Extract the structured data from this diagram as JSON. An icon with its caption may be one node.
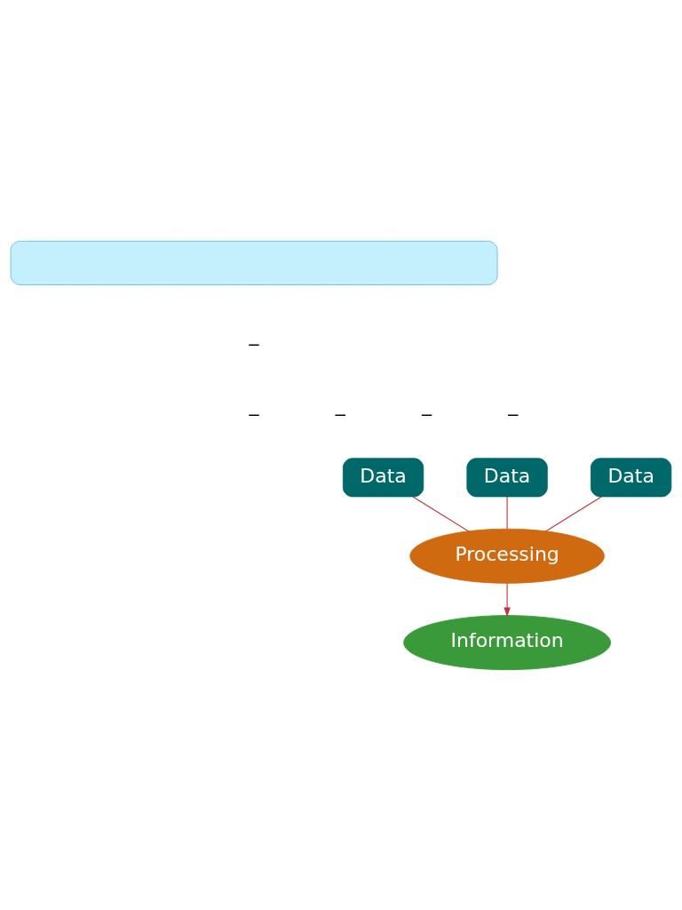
{
  "diagram": {
    "nodes": [
      {
        "text": [],
        "shape": "box"
      },
      {
        "text": [
          "Data"
        ]
      },
      {
        "text": [
          "Data"
        ]
      },
      {
        "text": [
          "Data"
        ]
      },
      {
        "text": [
          "Processing"
        ]
      },
      {
        "text": [
          "Information"
        ]
      }
    ],
    "edges": [
      {
        "from": 1,
        "to": 4,
        "arrow": "none"
      },
      {
        "from": 2,
        "to": 4,
        "arrow": "none"
      },
      {
        "from": 3,
        "to": 4,
        "arrow": "none"
      },
      {
        "from": 4,
        "to": 5,
        "arrow": "to"
      }
    ],
    "labels": [
      "_",
      "_",
      "_",
      "_",
      "_"
    ]
  }
}
